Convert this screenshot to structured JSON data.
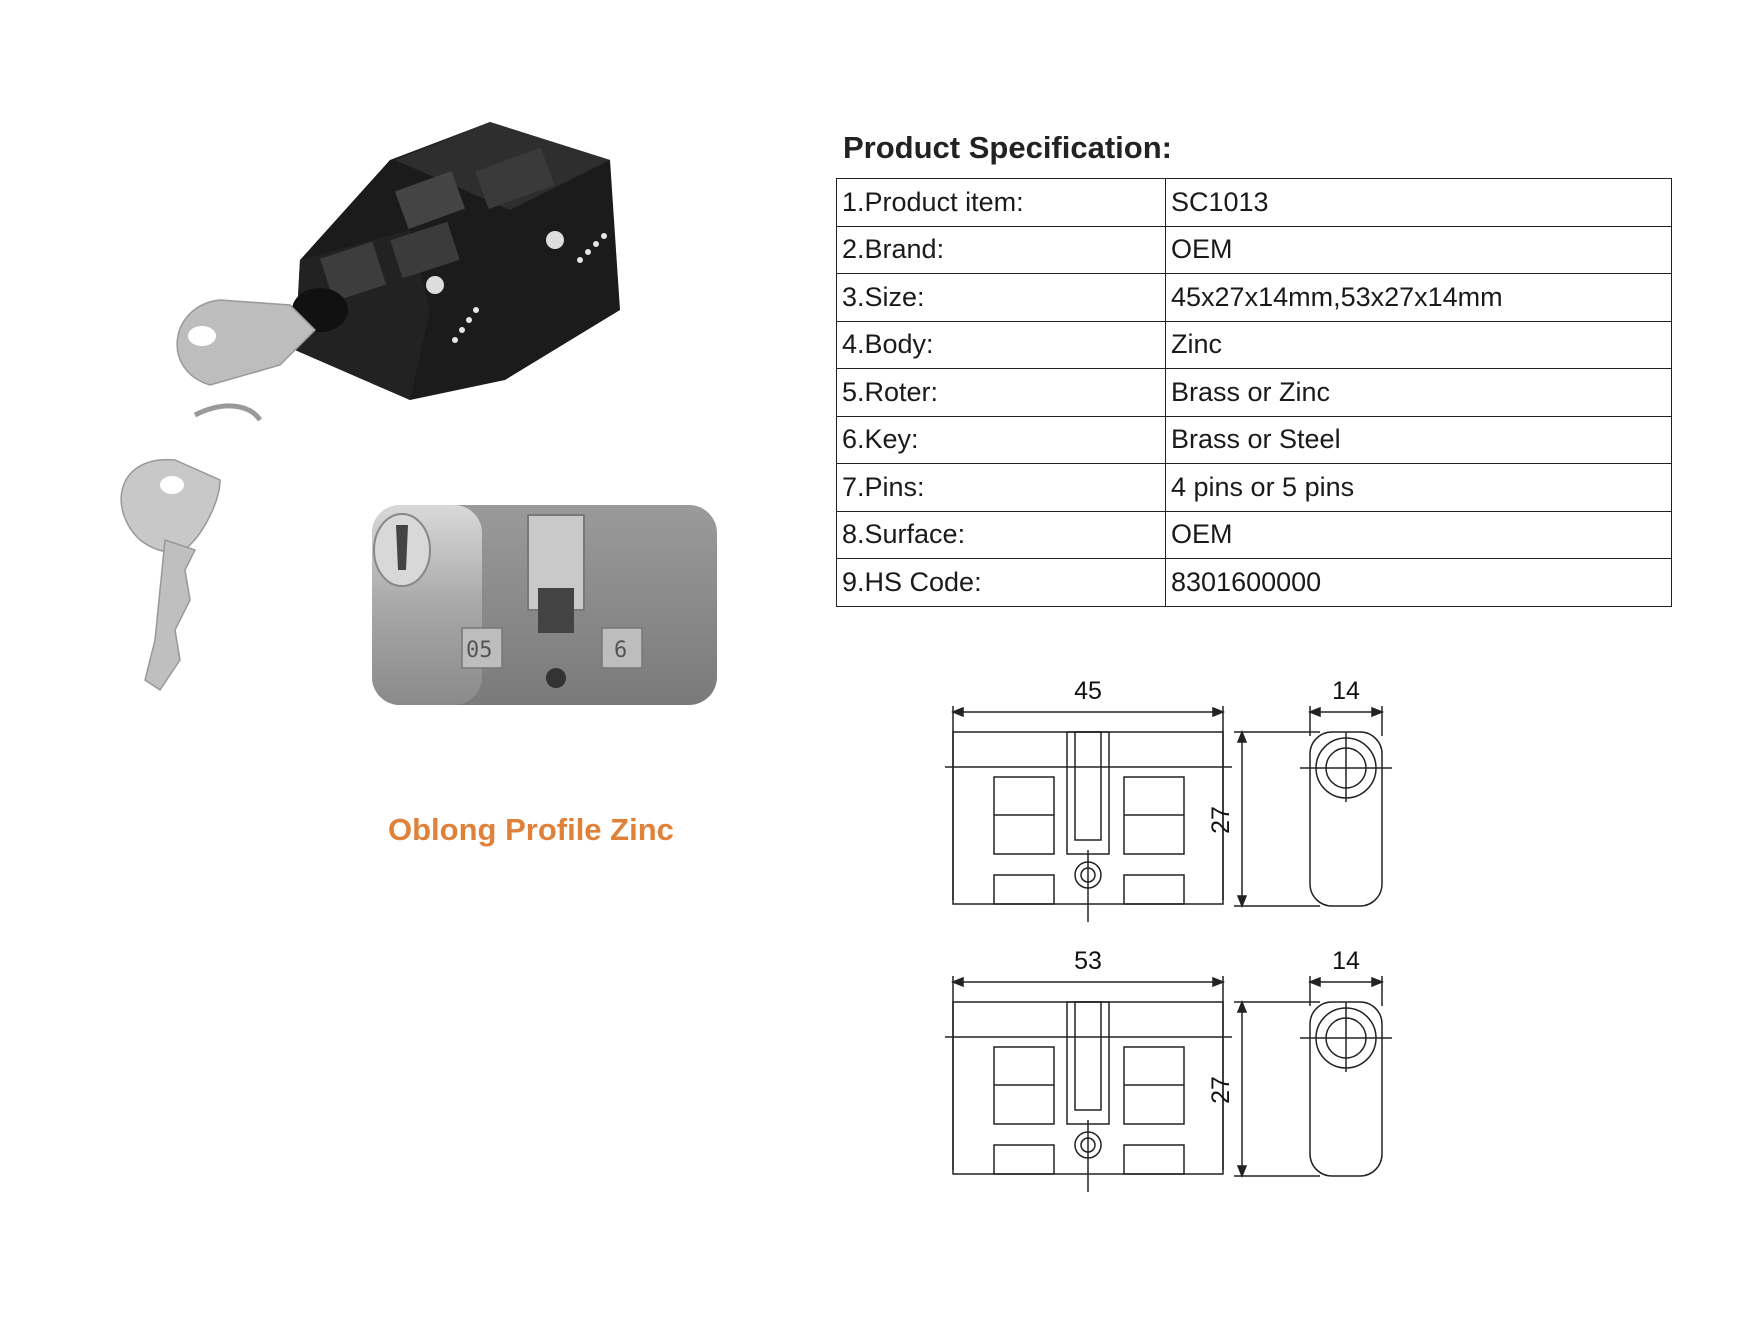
{
  "caption": "Oblong Profile Zinc",
  "spec": {
    "title": "Product Specification:",
    "rows": [
      {
        "key": "1.Product item:",
        "value": "SC1013"
      },
      {
        "key": "2.Brand:",
        "value": "OEM"
      },
      {
        "key": "3.Size:",
        "value": "45x27x14mm,53x27x14mm"
      },
      {
        "key": "4.Body:",
        "value": "Zinc"
      },
      {
        "key": "5.Roter:",
        "value": "Brass or Zinc"
      },
      {
        "key": "6.Key:",
        "value": "Brass or Steel"
      },
      {
        "key": "7.Pins:",
        "value": "4 pins or  5 pins"
      },
      {
        "key": "8.Surface:",
        "value": "OEM"
      },
      {
        "key": "9.HS Code:",
        "value": "8301600000"
      }
    ]
  },
  "drawings": {
    "top": {
      "length": "45",
      "depth": "14",
      "height": "27"
    },
    "bottom": {
      "length": "53",
      "depth": "14",
      "height": "27"
    }
  },
  "photo_labels": {
    "left_plug": "05",
    "right_plug": "6"
  }
}
